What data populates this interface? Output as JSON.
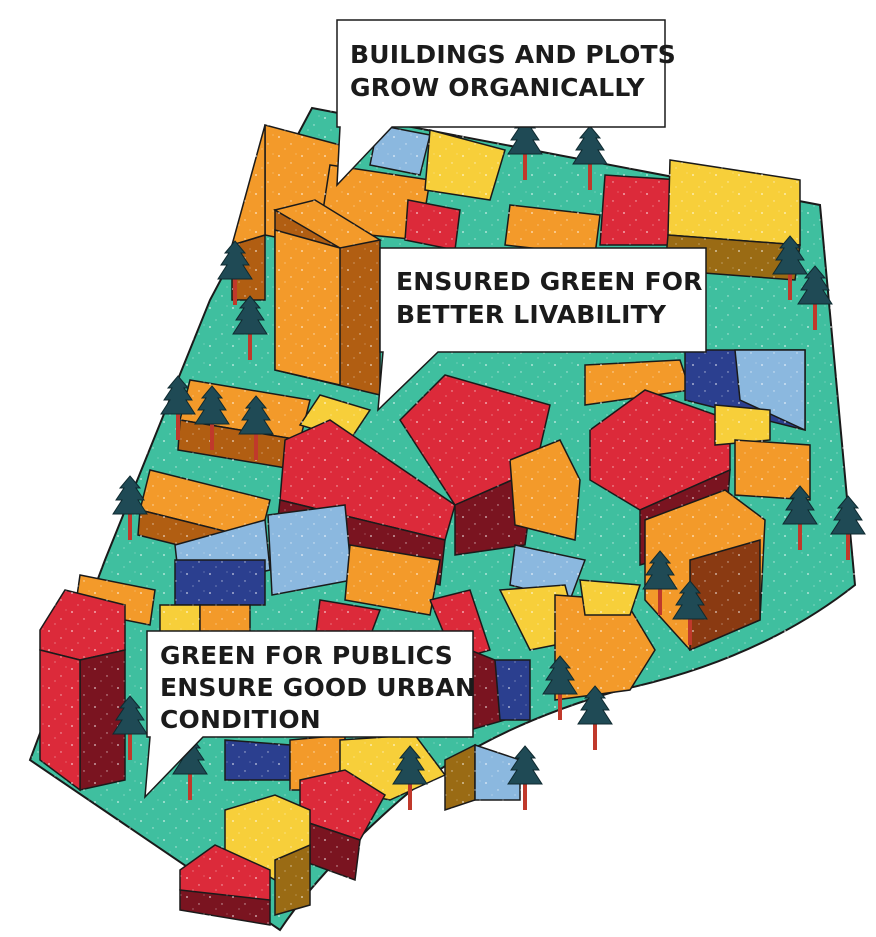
{
  "callouts": {
    "top": {
      "line1": "BUILDINGS AND PLOTS",
      "line2": "GROW ORGANICALLY"
    },
    "middle": {
      "line1": "ENSURED GREEN FOR",
      "line2": "BETTER LIVABILITY"
    },
    "bottom": {
      "line1": "GREEN FOR PUBLICS",
      "line2": "ENSURE GOOD URBAN",
      "line3": "CONDITION"
    }
  },
  "colors": {
    "ground": "#3fbf9f",
    "orange": "#f39a2a",
    "red": "#dc2a3a",
    "yellow": "#f7cf3a",
    "light_blue": "#8bb8df",
    "dark_blue": "#2b3f8f",
    "tree": "#1f4a55",
    "outline": "#1a1a1a"
  },
  "icons": [
    "tree-icon",
    "building-block-icon"
  ]
}
